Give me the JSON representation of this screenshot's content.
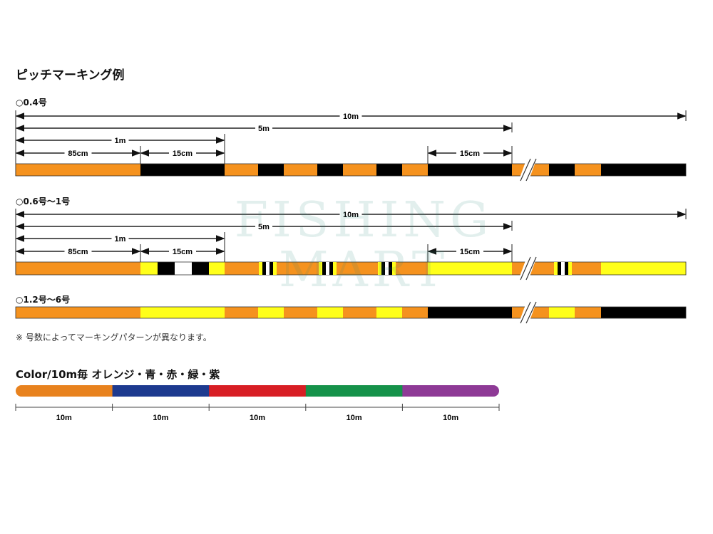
{
  "title": "ピッチマーキング例",
  "sections": [
    {
      "label": "○0.4号",
      "dims": {
        "total": "10m",
        "half": "5m",
        "one": "1m",
        "a": "85cm",
        "b": "15cm",
        "c": "15cm"
      }
    },
    {
      "label": "○0.6号〜1号",
      "dims": {
        "total": "10m",
        "half": "5m",
        "one": "1m",
        "a": "85cm",
        "b": "15cm",
        "c": "15cm"
      }
    },
    {
      "label": "○1.2号〜6号"
    }
  ],
  "note": "※ 号数によってマーキングパターンが異なります。",
  "color_section": {
    "title": "Color/10m毎 オレンジ・青・赤・緑・紫",
    "segments": [
      {
        "name": "orange",
        "color": "#e8821e",
        "length": "10m"
      },
      {
        "name": "blue",
        "color": "#1d3a8f",
        "length": "10m"
      },
      {
        "name": "red",
        "color": "#d81e24",
        "length": "10m"
      },
      {
        "name": "green",
        "color": "#15924a",
        "length": "10m"
      },
      {
        "name": "purple",
        "color": "#8e3a96",
        "length": "10m"
      }
    ]
  },
  "colors": {
    "orange": "#f5921e",
    "black": "#000000",
    "yellow": "#ffff1a",
    "white": "#ffffff"
  },
  "watermark": "FISHING MART"
}
